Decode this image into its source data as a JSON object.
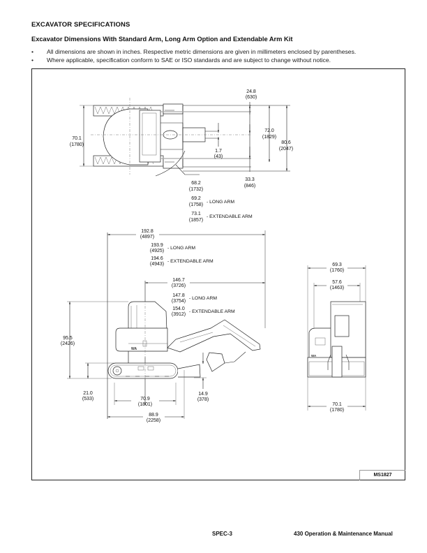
{
  "page": {
    "section_title": "EXCAVATOR SPECIFICATIONS",
    "subtitle": "Excavator Dimensions With Standard Arm, Long Arm Option and Extendable Arm Kit",
    "bullets": [
      "All dimensions are shown in inches. Respective metric dimensions are given in millimeters enclosed by parentheses.",
      "Where applicable, specification conform to SAE or ISO standards and are subject to change without notice."
    ],
    "bullet_symbol": "•",
    "figure_id": "MS1827",
    "footer": {
      "page_number": "SPEC-3",
      "manual_title": "430 Operation & Maintenance Manual"
    }
  },
  "top_view": {
    "dims": {
      "track_width_in": "70.1",
      "track_width_mm": "(1780)",
      "d24_in": "24.8",
      "d24_mm": "(630)",
      "d72_in": "72.0",
      "d72_mm": "(1829)",
      "d80_in": "80.6",
      "d80_mm": "(2047)",
      "d17_in": "1.7",
      "d17_mm": "(43)",
      "d33_in": "33.3",
      "d33_mm": "(846)",
      "swing_in": "68.2",
      "swing_mm": "(1732)",
      "swing_long_in": "69.2",
      "swing_long_mm": "(1758)",
      "swing_long_label": "- LONG ARM",
      "swing_ext_in": "73.1",
      "swing_ext_mm": "(1857)",
      "swing_ext_label": "- EXTENDABLE ARM"
    }
  },
  "side_view": {
    "dims": {
      "overall_in": "192.8",
      "overall_mm": "(4897)",
      "overall_long_in": "193.9",
      "overall_long_mm": "(4925)",
      "overall_long_label": "- LONG ARM",
      "overall_ext_in": "194.6",
      "overall_ext_mm": "(4943)",
      "overall_ext_label": "- EXTENDABLE ARM",
      "front_in": "146.7",
      "front_mm": "(3726)",
      "front_long_in": "147.8",
      "front_long_mm": "(3754)",
      "front_long_label": "- LONG ARM",
      "front_ext_in": "154.0",
      "front_ext_mm": "(3912)",
      "front_ext_label": "- EXTENDABLE ARM",
      "height_in": "95.5",
      "height_mm": "(2426)",
      "clear_in": "21.0",
      "clear_mm": "(533)",
      "track_len_in": "70.9",
      "track_len_mm": "(1801)",
      "base_len_in": "88.9",
      "base_len_mm": "(2258)",
      "blade_in": "14.9",
      "blade_mm": "(378)"
    }
  },
  "front_view": {
    "dims": {
      "upper_in": "69.3",
      "upper_mm": "(1760)",
      "cab_in": "57.6",
      "cab_mm": "(1463)",
      "track_in": "70.1",
      "track_mm": "(1780)"
    }
  }
}
